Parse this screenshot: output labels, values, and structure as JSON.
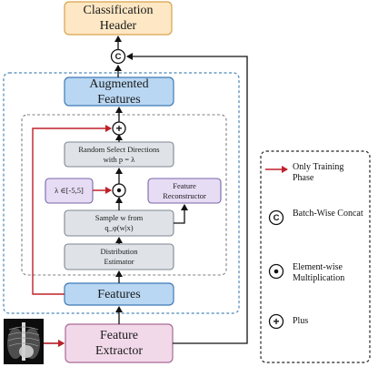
{
  "blocks": {
    "classification_header": "Classification Header",
    "augmented_features": "Augmented Features",
    "random_select": "Random Select Directions with p = λ",
    "lambda_range": "λ ∈[-5,5]",
    "feature_reconstructor": "Feature Reconstructor",
    "sample_w": "Sample w from q_φ(w|x)",
    "distribution_estimator": "Distribution Estimator",
    "features": "Features",
    "feature_extractor": "Feature Extractor"
  },
  "operators": {
    "concat": "C",
    "plus": "+",
    "dot": "•"
  },
  "legend": {
    "only_training": "Only Training Phase",
    "batch_concat": "Batch-Wise Concat",
    "elementwise": "Element-wise Multiplication",
    "plus": "Plus"
  },
  "colors": {
    "header_fill": "#fde7c4",
    "header_border": "#d9a24a",
    "blue_fill": "#b9d7f2",
    "blue_border": "#3f7ab6",
    "gray_fill": "#dfe3e7",
    "gray_border": "#7e8790",
    "purple_fill": "#e6dcf4",
    "purple_border": "#7b64a8",
    "pink_fill": "#f2d9ea",
    "pink_border": "#a86a96",
    "training_arrow": "#c0202a",
    "outer_dash": "#4a86b8",
    "inner_dash": "#7f7f7f"
  }
}
